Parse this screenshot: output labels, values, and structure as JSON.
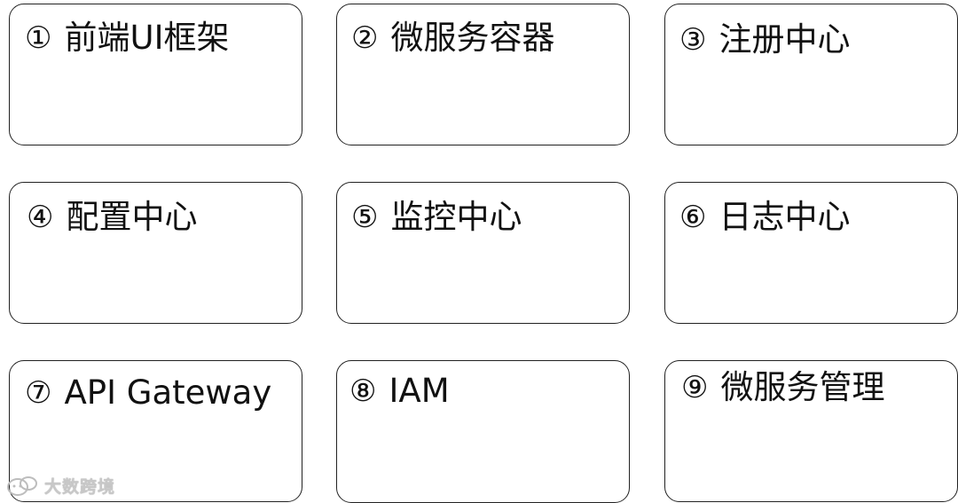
{
  "cards": [
    {
      "number": "①",
      "title": "前端UI框架"
    },
    {
      "number": "②",
      "title": "微服务容器"
    },
    {
      "number": "③",
      "title": "注册中心"
    },
    {
      "number": "④",
      "title": "配置中心"
    },
    {
      "number": "⑤",
      "title": "监控中心"
    },
    {
      "number": "⑥",
      "title": "日志中心"
    },
    {
      "number": "⑦",
      "title": "API Gateway"
    },
    {
      "number": "⑧",
      "title": "IAM"
    },
    {
      "number": "⑨",
      "title": "微服务管理"
    }
  ],
  "watermark": {
    "text": "大数跨境",
    "icon": "wechat-logo-icon"
  },
  "colors": {
    "border": "#222222",
    "text": "#111111",
    "background": "#ffffff",
    "watermark": "#c8c8c8"
  }
}
